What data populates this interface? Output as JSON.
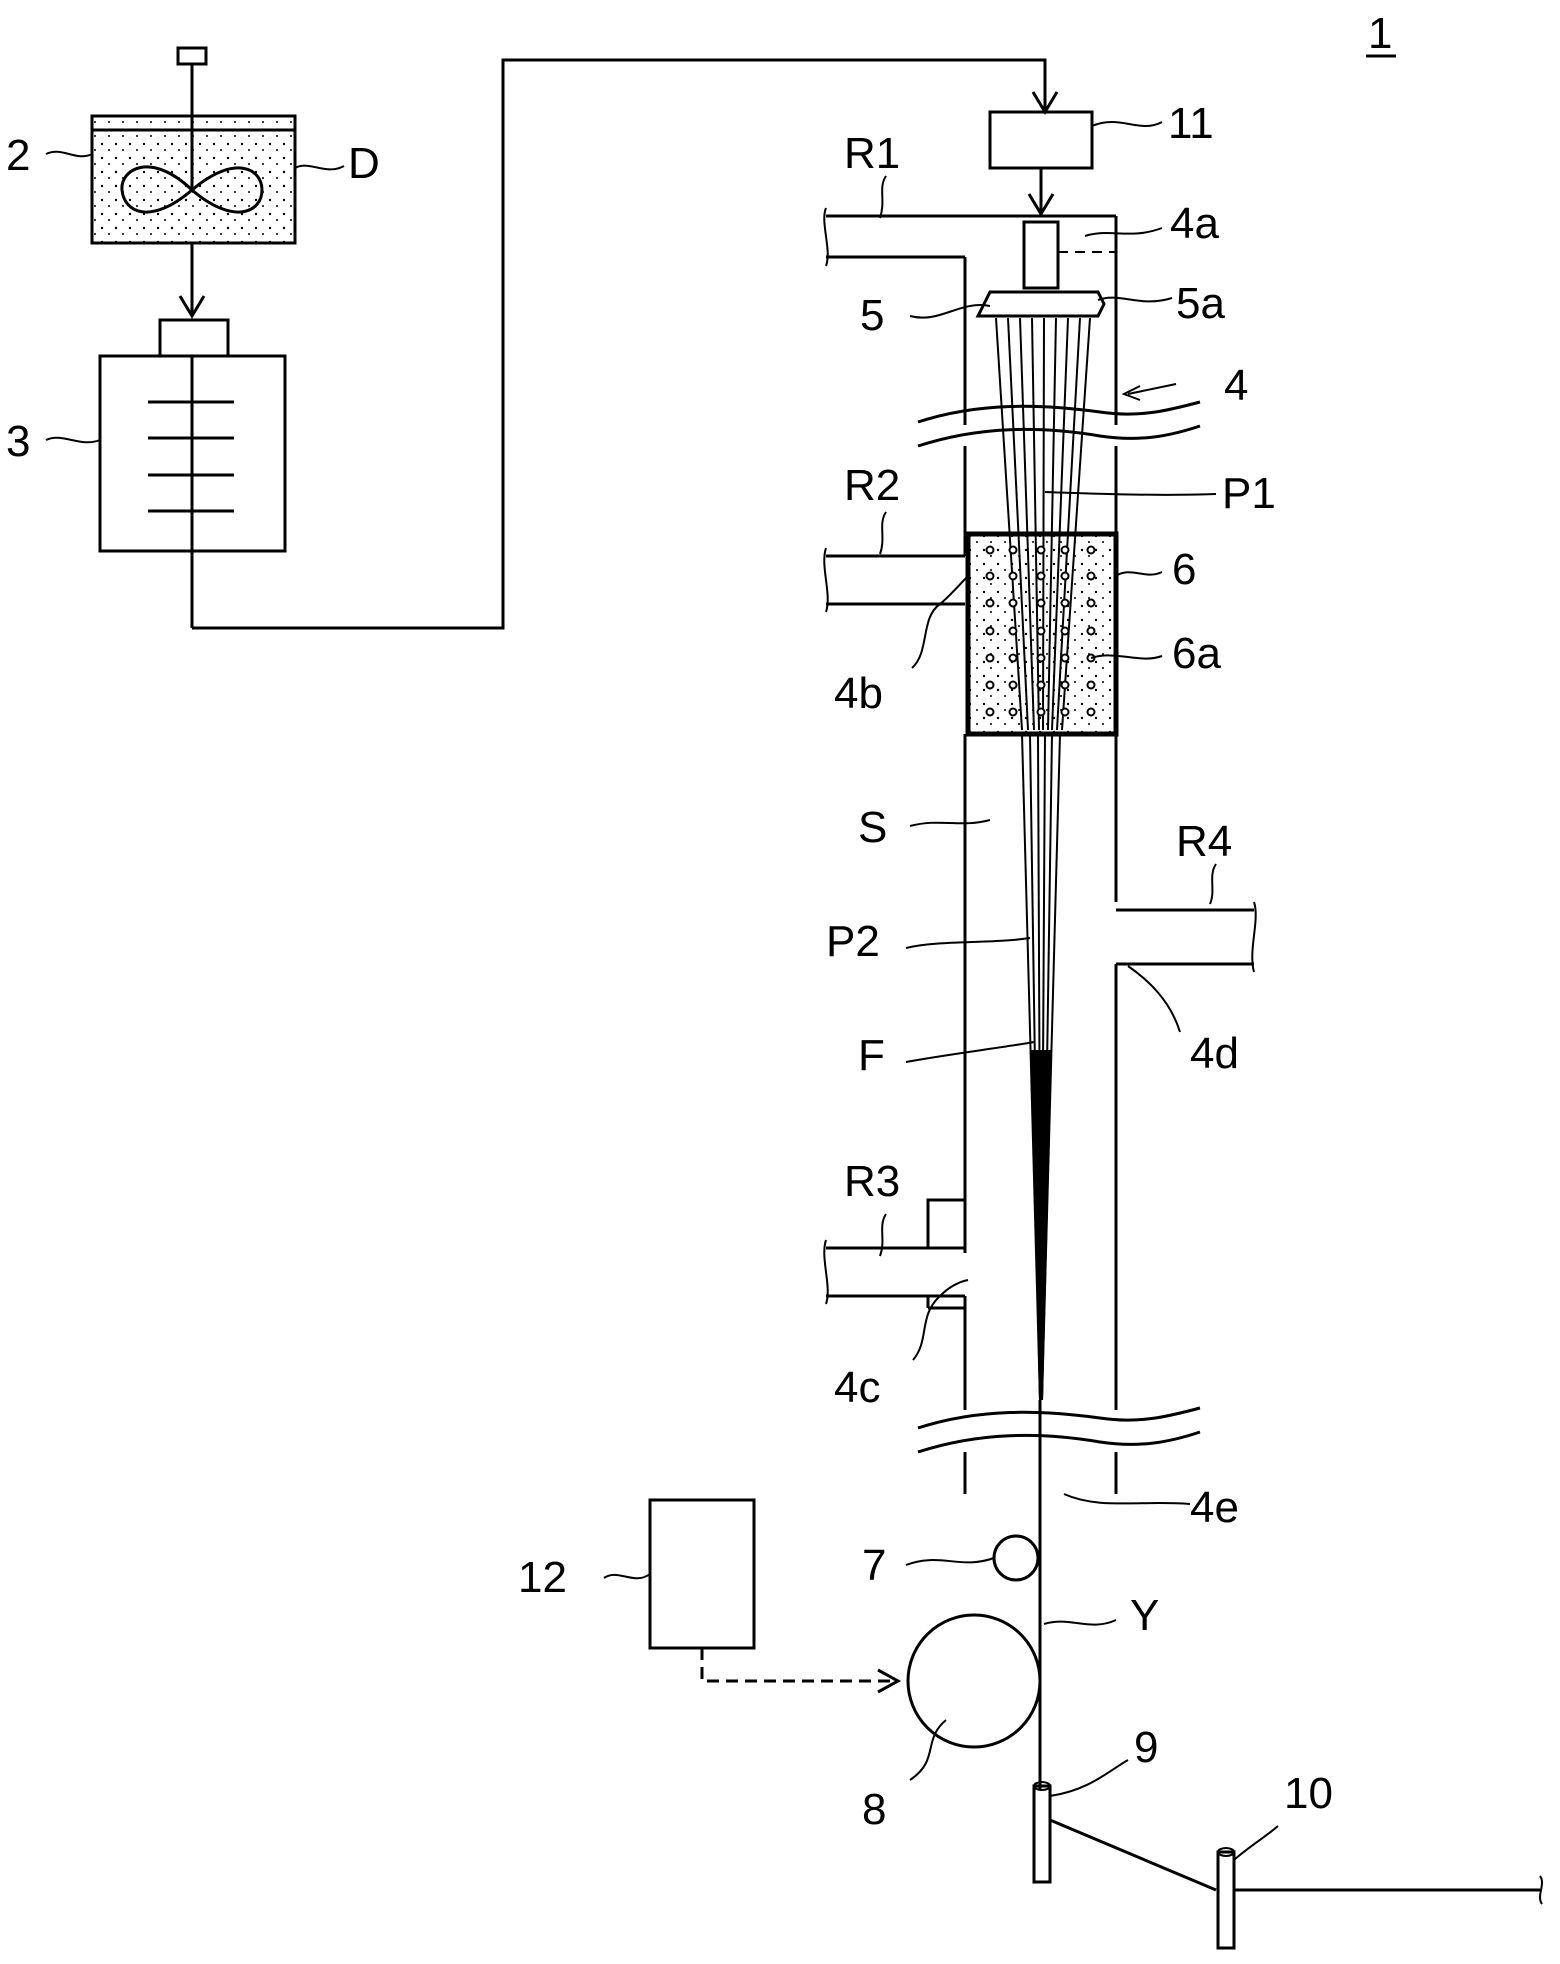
{
  "figure_number": "1",
  "labels": {
    "l2": "2",
    "lD": "D",
    "l3": "3",
    "l11": "11",
    "lR1": "R1",
    "l4a": "4a",
    "l5": "5",
    "l5a": "5a",
    "l4": "4",
    "lR2": "R2",
    "lP1": "P1",
    "l6": "6",
    "l4b": "4b",
    "l6a": "6a",
    "lS": "S",
    "lR4": "R4",
    "lP2": "P2",
    "l4d": "4d",
    "lF": "F",
    "lR3": "R3",
    "l4c": "4c",
    "l4e": "4e",
    "l12": "12",
    "l7": "7",
    "lY": "Y",
    "l8": "8",
    "l9": "9",
    "l10": "10"
  }
}
